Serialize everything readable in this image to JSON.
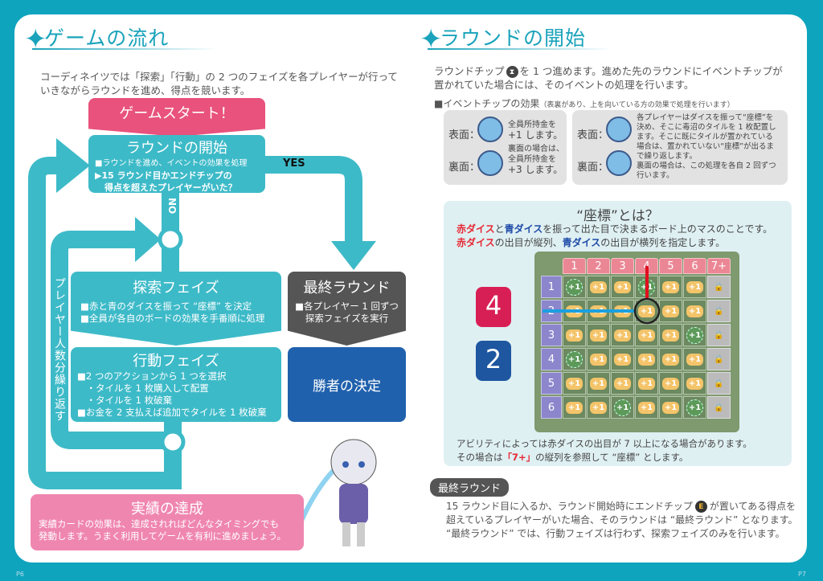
{
  "left": {
    "title": "ゲームの流れ",
    "intro": [
      "コーディネイツでは「探索」「行動」の 2 つのフェイズを各プレイヤーが行って",
      "いきながらラウンドを進め、得点を競います。"
    ],
    "start": "ゲームスタート！",
    "round_start": {
      "title": "ラウンドの開始",
      "line1": "■ラウンドを進め、イベントの効果を処理",
      "q1": "▶15 ラウンド目かエンドチップの",
      "q2": "得点を超えたプレイヤーがいた？"
    },
    "yes": "YES",
    "no": "NO",
    "search": {
      "title": "探索フェイズ",
      "lines": [
        "■赤と青のダイスを振って “座標” を決定",
        "■全員が各自のボードの効果を手番順に処理"
      ]
    },
    "action": {
      "title": "行動フェイズ",
      "lines": [
        "■2 つのアクションから 1 つを選択",
        "　・タイルを 1 枚購入して配置",
        "　・タイルを 1 枚破棄",
        "■お金を 2 支払えば追加でタイルを 1 枚破棄"
      ]
    },
    "final": {
      "title": "最終ラウンド",
      "lines": [
        "■各プレイヤー 1 回ずつ",
        "探索フェイズを実行"
      ]
    },
    "winner": "勝者の決定",
    "repeat": "プレイヤー人数分繰り返す",
    "achievement": {
      "title": "実績の達成",
      "lines": [
        "実績カードの効果は、達成されればどんなタイミングでも",
        "発動します。うまく利用してゲームを有利に進めましょう。"
      ]
    },
    "page": "P6"
  },
  "right": {
    "title": "ラウンドの開始",
    "intro": [
      "ラウンドチップ",
      "を 1 つ進めます。進めた先のラウンドにイベントチップが",
      "置かれていた場合には、そのイベントの処理を行います。"
    ],
    "event_head": "■イベントチップの効果",
    "event_note": "（表裏があり、上を向いている方の効果で処理を行います）",
    "event1": {
      "front_label": "表面：",
      "front": [
        "全員所持金を",
        "+1 します。"
      ],
      "back_label": "裏面：",
      "back": [
        "裏面の場合は、",
        "全員所持金を",
        "+3 します。"
      ]
    },
    "event2": {
      "front_label": "表面：",
      "back_label": "裏面：",
      "text": [
        "各プレイヤーはダイスを振って“座標”を",
        "決め、そこに毒沼のタイルを 1 枚配置し",
        "ます。そこに既にタイルが置かれている",
        "場合は、置かれていない“座標”が出るま",
        "で繰り返します。",
        "裏面の場合は、この処理を各自 2 回ずつ",
        "行います。"
      ]
    },
    "coord": {
      "title": "“座標”とは？",
      "l1": {
        "red": "赤ダイス",
        "a": "と",
        "blue": "青ダイス",
        "b": "を振って出た目で決まるボード上のマスのことです。"
      },
      "l2": {
        "red": "赤ダイス",
        "a": "の出目が縦列、",
        "blue": "青ダイス",
        "b": "の出目が横列を指定します。"
      },
      "red_die": "4",
      "blue_die": "2",
      "cols": [
        "1",
        "2",
        "3",
        "4",
        "5",
        "6",
        "7+"
      ],
      "rows": [
        "1",
        "2",
        "3",
        "4",
        "5",
        "6"
      ],
      "grid": [
        [
          "g",
          "n",
          "n",
          "g",
          "n",
          "n",
          "L"
        ],
        [
          "n",
          "n",
          "n",
          "n",
          "n",
          "n",
          "L"
        ],
        [
          "n",
          "n",
          "n",
          "n",
          "n",
          "g",
          "L"
        ],
        [
          "g",
          "n",
          "n",
          "n",
          "n",
          "n",
          "L"
        ],
        [
          "n",
          "n",
          "n",
          "n",
          "n",
          "n",
          "L"
        ],
        [
          "n",
          "n",
          "g",
          "n",
          "n",
          "g",
          "L"
        ]
      ],
      "cell_text": "+1",
      "note1": "アビリティによっては赤ダイスの出目が 7 以上になる場合があります。",
      "note2a": "その場合は",
      "note2b": "「7+」",
      "note2c": "の縦列を参照して “座標” とします。"
    },
    "final_head": "最終ラウンド",
    "final_text": [
      "15 ラウンド目に入るか、ラウンド開始時にエンドチップ",
      "E",
      "が置いてある得点を",
      "超えているプレイヤーがいた場合、そのラウンドは “最終ラウンド” となります。",
      "“最終ラウンド” では、行動フェイズは行わず、探索フェイズのみを行います。"
    ],
    "page": "P7"
  }
}
